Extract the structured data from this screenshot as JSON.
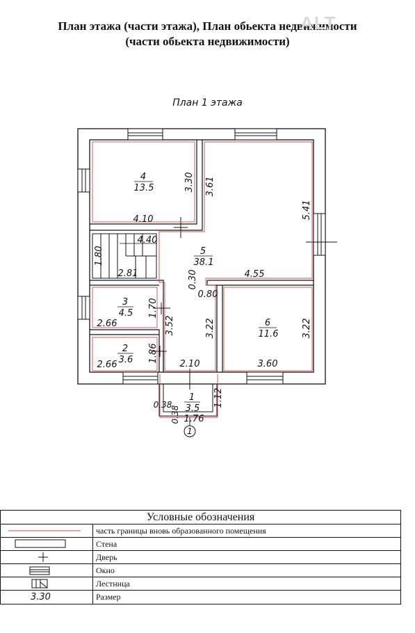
{
  "document": {
    "title_line1": "План этажа (части этажа), План обьекта недвижимости",
    "title_line2": "(части обьекта недвижимости)",
    "watermark": "ALT",
    "plan_title": "План 1 этажа"
  },
  "rooms": [
    {
      "number": "4",
      "area": "13.5"
    },
    {
      "number": "5",
      "area": "38.1"
    },
    {
      "number": "3",
      "area": "4.5"
    },
    {
      "number": "6",
      "area": "11.6"
    },
    {
      "number": "2",
      "area": "3.6"
    },
    {
      "number": "1",
      "area": "3.5"
    }
  ],
  "dimensions": {
    "d_3_30": "3.30",
    "d_3_61": "3.61",
    "d_4_10": "4.10",
    "d_5_41": "5.41",
    "d_4_40": "4.40",
    "d_1_80": "1.80",
    "d_2_81": "2.81",
    "d_0_30": "0.30",
    "d_4_55": "4.55",
    "d_0_80": "0.80",
    "d_1_70": "1.70",
    "d_3_52": "3.52",
    "d_3_22_a": "3.22",
    "d_3_22_b": "3.22",
    "d_2_66_a": "2.66",
    "d_1_86": "1.86",
    "d_2_66_b": "2.66",
    "d_2_10": "2.10",
    "d_3_60": "3.60",
    "d_1_12": "1.12",
    "d_0_38_a": "0.38",
    "d_0_38_b": "0.38",
    "d_1_76": "1.76"
  },
  "axis_marker": "1",
  "legend": {
    "header": "Условные обозначения",
    "items": [
      {
        "symbol": "boundary-line",
        "text": "часть границы вновь образованного помещения"
      },
      {
        "symbol": "wall",
        "text": "Стена"
      },
      {
        "symbol": "door",
        "text": "Дверь"
      },
      {
        "symbol": "window",
        "text": "Окно"
      },
      {
        "symbol": "stairs",
        "text": "Лестница"
      },
      {
        "symbol": "dimension",
        "label": "3.30",
        "text": "Размер"
      }
    ],
    "boundary_color": "#d04a4a"
  }
}
